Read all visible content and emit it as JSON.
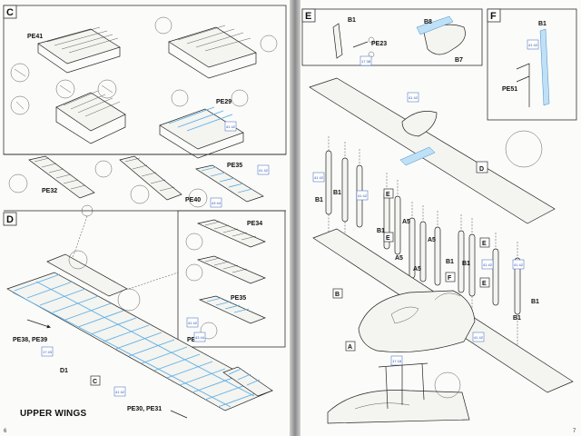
{
  "left_page": {
    "page_number": "6",
    "title": "UPPER WINGS",
    "sections": [
      {
        "id": "C",
        "parts": [
          "PE41",
          "PE29",
          "PE32",
          "PE35",
          "PE40"
        ]
      },
      {
        "id": "D",
        "parts": [
          "PE34",
          "PE35",
          "PE40",
          "PE38, PE39",
          "PE30, PE31",
          "D1"
        ]
      }
    ],
    "callouts": {
      "c_ref": "C"
    },
    "color_tags": [
      "41 42",
      "41 42",
      "43 44",
      "41 42",
      "43 44",
      "17 43",
      "41 42"
    ]
  },
  "right_page": {
    "page_number": "7",
    "sections": [
      {
        "id": "E",
        "parts": [
          "B1",
          "PE23",
          "B8",
          "B7"
        ]
      },
      {
        "id": "F",
        "parts": [
          "B1",
          "PE51"
        ]
      }
    ],
    "assembly_labels": {
      "b1": "B1",
      "a5": "A5",
      "e": "E",
      "f": "F",
      "d": "D",
      "a": "A",
      "b": "B"
    },
    "color_tags": [
      "17 38",
      "41 42",
      "41 42",
      "41 42",
      "41 42",
      "41 42",
      "41 42",
      "41 42",
      "17 18"
    ]
  }
}
